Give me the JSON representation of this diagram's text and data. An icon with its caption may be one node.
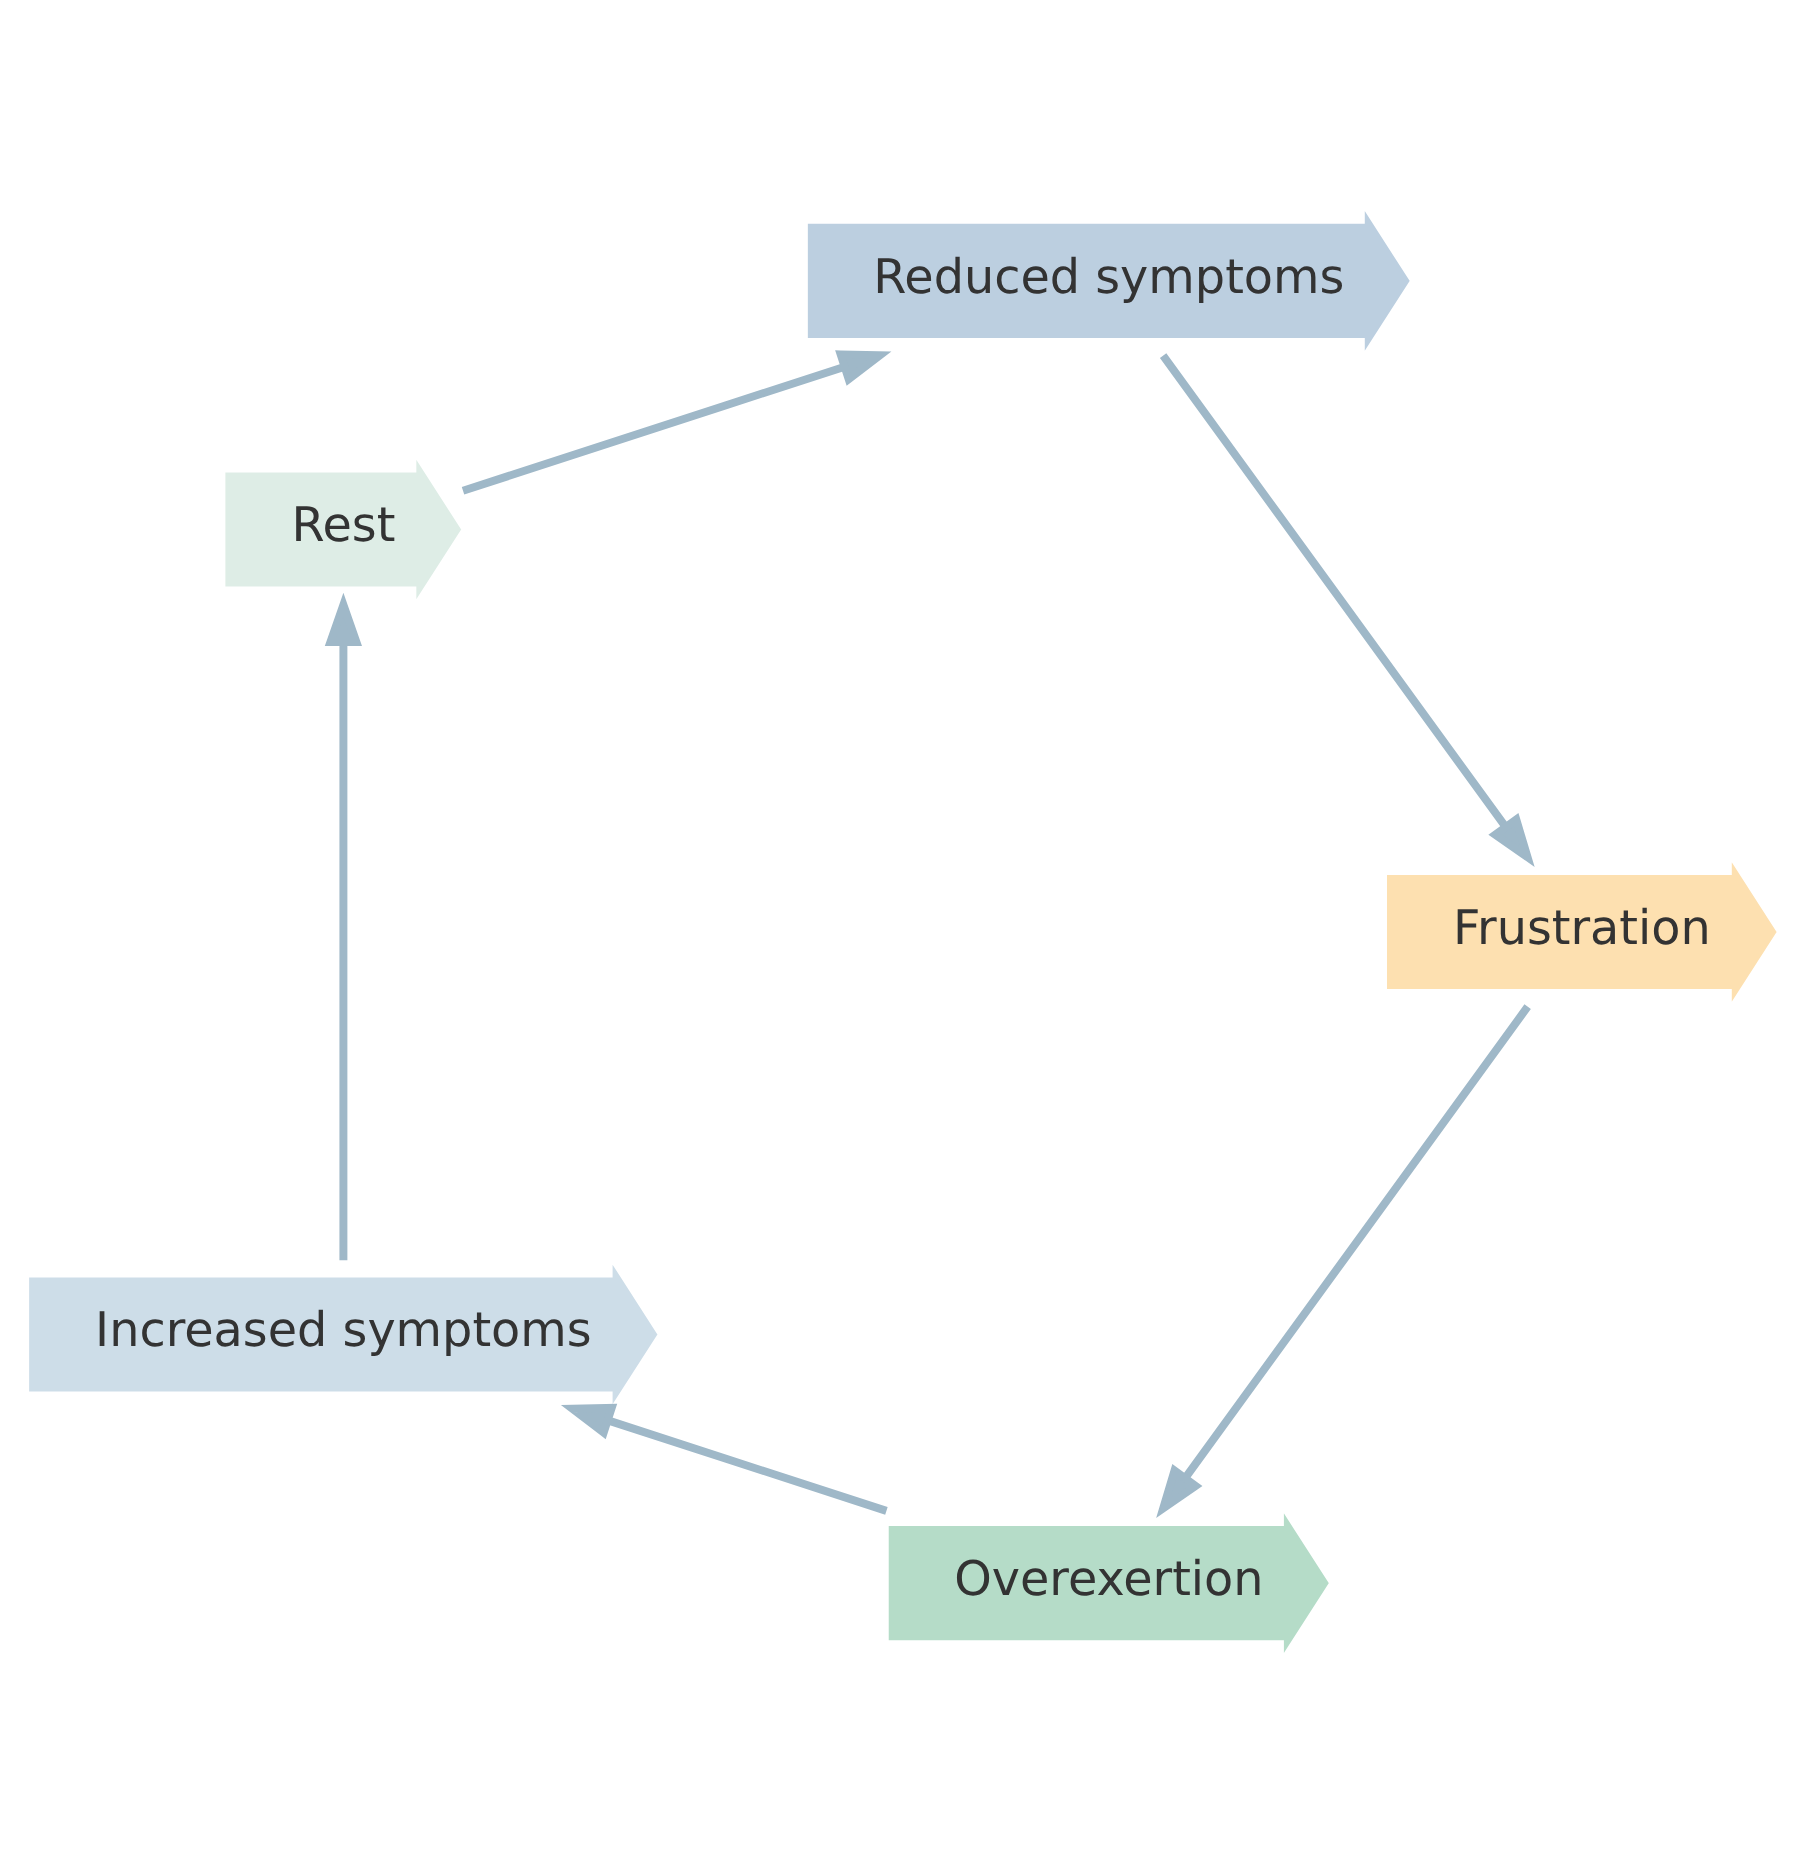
{
  "diagram": {
    "nodes": [
      {
        "text": [
          "Overexertion"
        ]
      },
      {
        "text": [
          "Increased symptoms"
        ]
      },
      {
        "text": [
          "Rest"
        ]
      },
      {
        "text": [
          "Reduced symptoms"
        ]
      },
      {
        "text": [
          "Frustration"
        ]
      }
    ],
    "edges": [
      {
        "from": 0,
        "to": 1,
        "arrow": "to"
      },
      {
        "from": 1,
        "to": 2,
        "arrow": "to"
      },
      {
        "from": 2,
        "to": 3,
        "arrow": "to"
      },
      {
        "from": 3,
        "to": 4,
        "arrow": "to"
      },
      {
        "from": 4,
        "to": 0,
        "arrow": "to"
      }
    ]
  }
}
